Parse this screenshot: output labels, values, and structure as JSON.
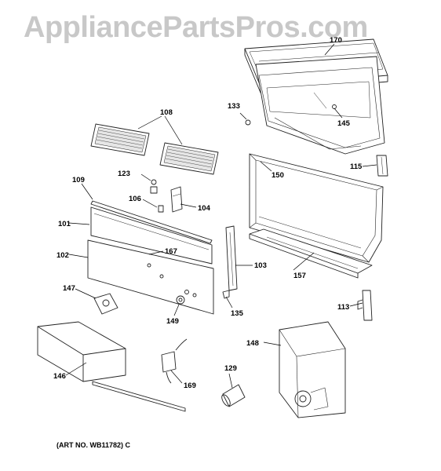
{
  "watermark": {
    "text": "AppliancePartsPros.com"
  },
  "diagram": {
    "art_number": "(ART NO. WB11782) C",
    "labels": {
      "p170": "170",
      "p133": "133",
      "p145": "145",
      "p108": "108",
      "p150": "150",
      "p115": "115",
      "p123": "123",
      "p109": "109",
      "p106": "106",
      "p104": "104",
      "p101": "101",
      "p167": "167",
      "p102": "102",
      "p103": "103",
      "p157": "157",
      "p147": "147",
      "p135": "135",
      "p149": "149",
      "p113": "113",
      "p148": "148",
      "p146": "146",
      "p129": "129",
      "p169": "169"
    }
  }
}
